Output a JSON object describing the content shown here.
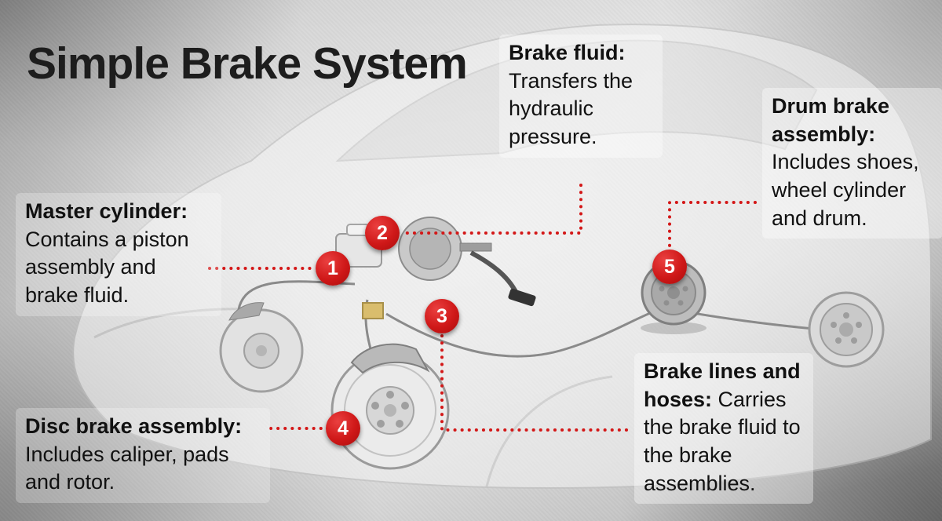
{
  "title": "Simple Brake System",
  "colors": {
    "accent_red": "#cf1818",
    "text": "#111111",
    "background_gray": "#cfcfcf"
  },
  "callouts": [
    {
      "num": "1",
      "heading": "Master cylinder:",
      "body": "Contains a piston assembly and brake fluid."
    },
    {
      "num": "2",
      "heading": "Brake fluid:",
      "body": "Transfers the hydraulic pressure."
    },
    {
      "num": "3",
      "heading": "Brake lines and hoses:",
      "body": "Carries the brake fluid to the brake assemblies."
    },
    {
      "num": "4",
      "heading": "Disc brake assembly:",
      "body": "Includes caliper, pads and rotor."
    },
    {
      "num": "5",
      "heading": "Drum brake assembly:",
      "body": "Includes shoes, wheel cylinder and drum."
    }
  ],
  "figure": {
    "subject": "car brake system cutaway over faint car silhouette",
    "parts": [
      "car-silhouette",
      "master-cylinder-reservoir",
      "brake-booster",
      "brake-pedal",
      "front-disc-rotor-left",
      "front-disc-rotor-main",
      "disc-caliper",
      "rear-drum-left",
      "rear-drum-right",
      "brake-lines"
    ]
  }
}
